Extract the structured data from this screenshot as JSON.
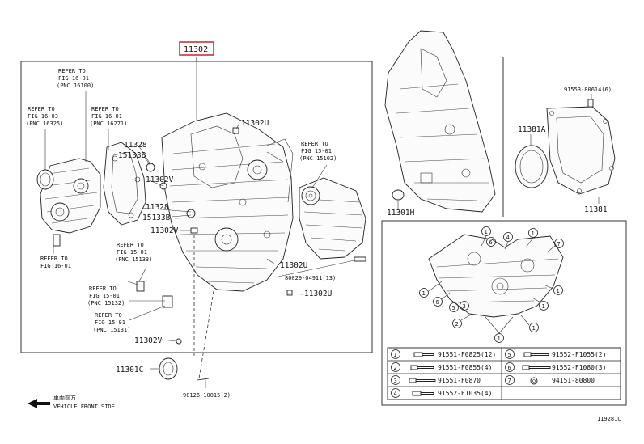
{
  "header_part": "11302",
  "labels": {
    "refer_top": [
      "REFER TO",
      "FIG 16-01",
      "(PNC 16100)"
    ],
    "refer_left_top": [
      "REFER TO",
      "FIG 16-03",
      "(PNC 16325)"
    ],
    "refer_mid_top": [
      "REFER TO",
      "FIG 16-01",
      "(PNC 16271)"
    ],
    "refer_left_bottom": [
      "REFER TO",
      "FIG 16-01"
    ],
    "refer_center": [
      "REFER TO",
      "FIG 15-01",
      "(PNC 15133)"
    ],
    "refer_center2": [
      "REFER TO",
      "FIG 15-01",
      "(PNC 15132)"
    ],
    "refer_center3": [
      "REFER TO",
      "FIG 15 01",
      "(PNC 15131)"
    ],
    "refer_right": [
      "REFER TO",
      "FIG 15-01",
      "(PNC 15102)"
    ],
    "p11328_a": "11328",
    "p15133b_a": "15133B",
    "p11302v_a": "11302V",
    "p11328_b": "11328",
    "p15133b_b": "15133B",
    "p11302v_b": "11302V",
    "p11302u_a": "11302U",
    "p11302u_b": "11302U",
    "p11302u_c": "11302U",
    "p80029": "80029-04911(13)",
    "p11302v_c": "11302V",
    "p11301c": "11301C",
    "p90126": "90126-10015(2)",
    "p11301h": "11301H",
    "p91553": "91553-80614(6)",
    "p11381a": "11381A",
    "p11381": "11381",
    "front_jp": "車両前方",
    "front_en": "VEHICLE FRONT SIDE",
    "fig_code": "119281C"
  },
  "callouts": [
    "1",
    "2",
    "3",
    "4",
    "5",
    "6",
    "7"
  ],
  "legend": [
    {
      "num": "1",
      "part": "91551-F0825(12)"
    },
    {
      "num": "2",
      "part": "91551-F0855(4)"
    },
    {
      "num": "3",
      "part": "91551-F0870"
    },
    {
      "num": "4",
      "part": "91552-F1035(4)"
    },
    {
      "num": "5",
      "part": "91552-F1055(2)"
    },
    {
      "num": "6",
      "part": "91552-F1080(3)"
    },
    {
      "num": "7",
      "part": "94151-80800"
    }
  ]
}
